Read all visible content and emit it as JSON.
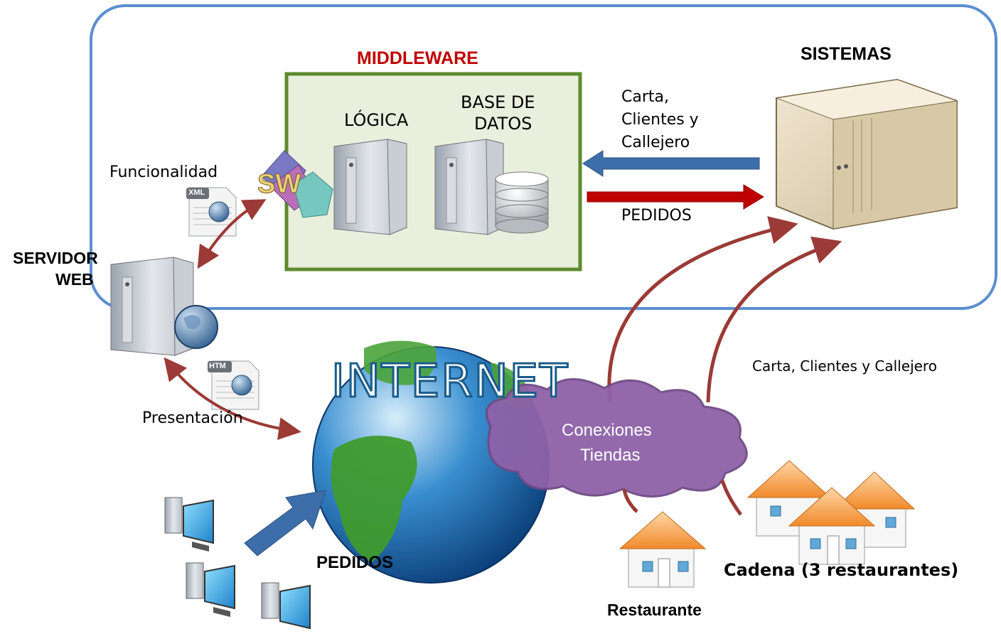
{
  "middleware": {
    "title": "MIDDLEWARE",
    "logic_label": "LÓGICA",
    "db_label_line1": "BASE DE",
    "db_label_line2": "DATOS"
  },
  "sistemas": {
    "title": "SISTEMAS"
  },
  "flows": {
    "to_middleware_line1": "Carta,",
    "to_middleware_line2": "Clientes y",
    "to_middleware_line3": "Callejero",
    "to_sistemas": "PEDIDOS",
    "shops_to_sistemas": "Carta, Clientes y Callejero"
  },
  "web_server": {
    "line1": "SERVIDOR",
    "line2": "WEB",
    "functionality": "Funcionalidad",
    "presentation": "Presentación",
    "xml_badge": "XML",
    "htm_badge": "HTM",
    "sw_badge": "SW"
  },
  "internet": {
    "title": "INTERNET"
  },
  "cloud": {
    "line1": "Conexiones",
    "line2": "Tiendas"
  },
  "clients": {
    "orders_label": "PEDIDOS"
  },
  "restaurants": {
    "single": "Restaurante",
    "chain": "Cadena (3 restaurantes)"
  },
  "colors": {
    "frame": "#5b8fd0",
    "middleware_border": "#5e8b2e",
    "middleware_fill": "#e8efdc",
    "middleware_title": "#c00000",
    "blue_arrow": "#3d6eaa",
    "red_arrow": "#c00000",
    "curve_arrow": "#9b3a36",
    "cloud": "#8e62a8"
  }
}
